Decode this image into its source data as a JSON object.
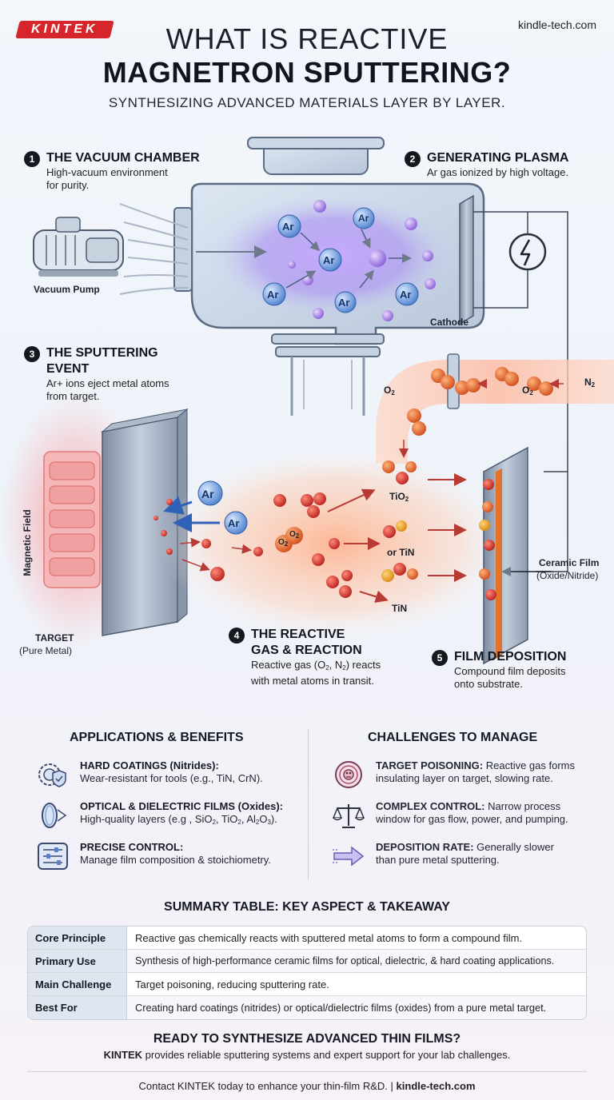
{
  "header": {
    "logo": "KINTEK",
    "site": "kindle-tech.com",
    "title_line1": "WHAT IS REACTIVE",
    "title_line2": "MAGNETRON SPUTTERING?",
    "subtitle": "SYNTHESIZING ADVANCED MATERIALS LAYER BY LAYER."
  },
  "steps": [
    {
      "num": "1",
      "title": "THE VACUUM CHAMBER",
      "desc1": "High-vacuum environment",
      "desc2": "for purity."
    },
    {
      "num": "2",
      "title": "GENERATING PLASMA",
      "desc1": "Ar gas ionized by high voltage."
    },
    {
      "num": "3",
      "title1": "THE SPUTTERING",
      "title2": "EVENT",
      "desc1": "Ar+ ions eject metal atoms",
      "desc2": "from target."
    },
    {
      "num": "4",
      "title1": "THE REACTIVE",
      "title2": "GAS & REACTION",
      "desc1_pre": "Reactive gas (O",
      "desc1_s1": "2",
      "desc1_mid": ", N",
      "desc1_s2": "2",
      "desc1_post": ") reacts",
      "desc2": "with metal atoms in transit."
    },
    {
      "num": "5",
      "title": "FILM DEPOSITION",
      "desc1": "Compound film deposits",
      "desc2": "onto substrate."
    }
  ],
  "diagram_labels": {
    "vacuum_pump": "Vacuum Pump",
    "cathode": "Cathode",
    "magnetic_field": "Magnetic Field",
    "target": "TARGET",
    "target_sub": "(Pure Metal)",
    "ceramic_film": "Ceramic Film",
    "ceramic_film_sub": "(Oxide/Nitride)",
    "ar": "Ar",
    "o": "O",
    "n": "N",
    "two": "2",
    "ti": "Ti",
    "tio2_base": "TiO",
    "or_tin": "or TiN",
    "tin": "TiN"
  },
  "applications": {
    "heading": "APPLICATIONS & BENEFITS",
    "items": [
      {
        "icon": "gear-shield-icon",
        "title": "HARD COATINGS (Nitrides):",
        "text": "Wear-resistant for tools (e.g., TiN, CrN)."
      },
      {
        "icon": "lens-icon",
        "title": "OPTICAL & DIELECTRIC FILMS (Oxides):",
        "text_pre": "High-quality layers (e.g , SiO",
        "s1": "2",
        "mid1": ", TiO",
        "s2": "2",
        "mid2": ", Al",
        "s3": "2",
        "mid3": "O",
        "s4": "3",
        "text_post": ")."
      },
      {
        "icon": "sliders-icon",
        "title": "PRECISE CONTROL:",
        "text": "Manage film composition & stoichiometry."
      }
    ]
  },
  "challenges": {
    "heading": "CHALLENGES TO MANAGE",
    "items": [
      {
        "icon": "target-poison-icon",
        "title": "TARGET POISONING:",
        "text1": "Reactive gas forms",
        "text2": "insulating layer on target, slowing rate."
      },
      {
        "icon": "balance-scale-icon",
        "title": "COMPLEX CONTROL:",
        "text1": "Narrow process",
        "text2": "window for gas flow, power, and pumping."
      },
      {
        "icon": "arrow-right-icon",
        "title": "DEPOSITION RATE:",
        "text1": "Generally slower",
        "text2": "than pure metal sputtering."
      }
    ]
  },
  "summary": {
    "heading": "SUMMARY TABLE: KEY ASPECT & TAKEAWAY",
    "rows": [
      {
        "key": "Core Principle",
        "value": "Reactive gas chemically reacts with sputtered metal atoms to form a compound film."
      },
      {
        "key": "Primary Use",
        "value": "Synthesis of high-performance ceramic films for optical, dielectric, & hard coating applications."
      },
      {
        "key": "Main Challenge",
        "value": "Target poisoning, reducing sputtering rate."
      },
      {
        "key": "Best For",
        "value": "Creating hard coatings (nitrides) or optical/dielectric films (oxides) from a pure metal target."
      }
    ]
  },
  "cta": {
    "heading": "READY TO SYNTHESIZE ADVANCED THIN FILMS?",
    "brand": "KINTEK",
    "text": " provides reliable sputtering systems and expert support for your lab challenges."
  },
  "footer": {
    "text": "Contact KINTEK today to enhance your thin-film R&D.  |  ",
    "site": "kindle-tech.com"
  },
  "colors": {
    "argon": "#5b8fd6",
    "metal": "#d8362f",
    "oxygen": "#e0602a",
    "nitrogen": "#f0a020",
    "plasma": "#a87cf0",
    "accent_red": "#d7262b"
  }
}
